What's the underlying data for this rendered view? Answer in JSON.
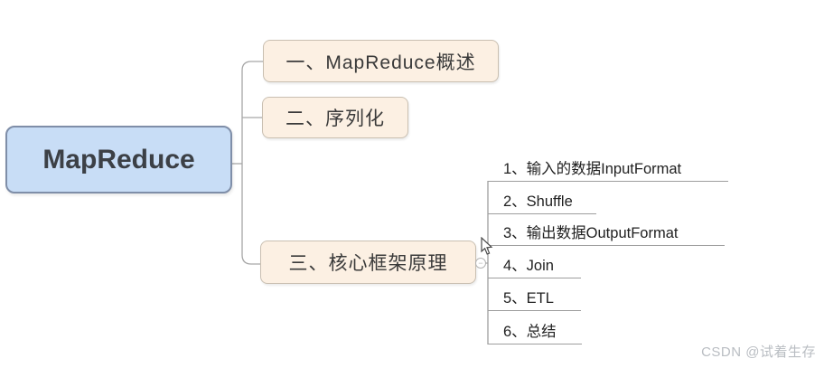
{
  "diagram": {
    "type": "mind-map",
    "root": {
      "label": "MapReduce"
    },
    "branches": [
      {
        "label": "一、MapReduce概述"
      },
      {
        "label": "二、序列化"
      },
      {
        "label": "三、核心框架原理"
      }
    ],
    "subtopics": [
      {
        "label": "1、输入的数据InputFormat"
      },
      {
        "label": "2、Shuffle"
      },
      {
        "label": "3、输出数据OutputFormat"
      },
      {
        "label": "4、Join"
      },
      {
        "label": "5、ETL"
      },
      {
        "label": "6、总结"
      }
    ],
    "collapse_handle": {
      "symbol": "−",
      "state": "expanded"
    }
  },
  "colors": {
    "root_fill": "#c8ddf6",
    "root_border": "#7f8ea8",
    "branch_fill": "#fcf0e3",
    "branch_border": "#c9bfb1",
    "connector_line": "#a6a6a6",
    "underline": "#9e9e9e",
    "root_text": "#3c4046",
    "branch_text": "#3a3a3a",
    "subtopic_text": "#1f1f1f",
    "watermark_text": "#b9bdc2"
  },
  "watermark": {
    "label": "CSDN @试着生存"
  }
}
